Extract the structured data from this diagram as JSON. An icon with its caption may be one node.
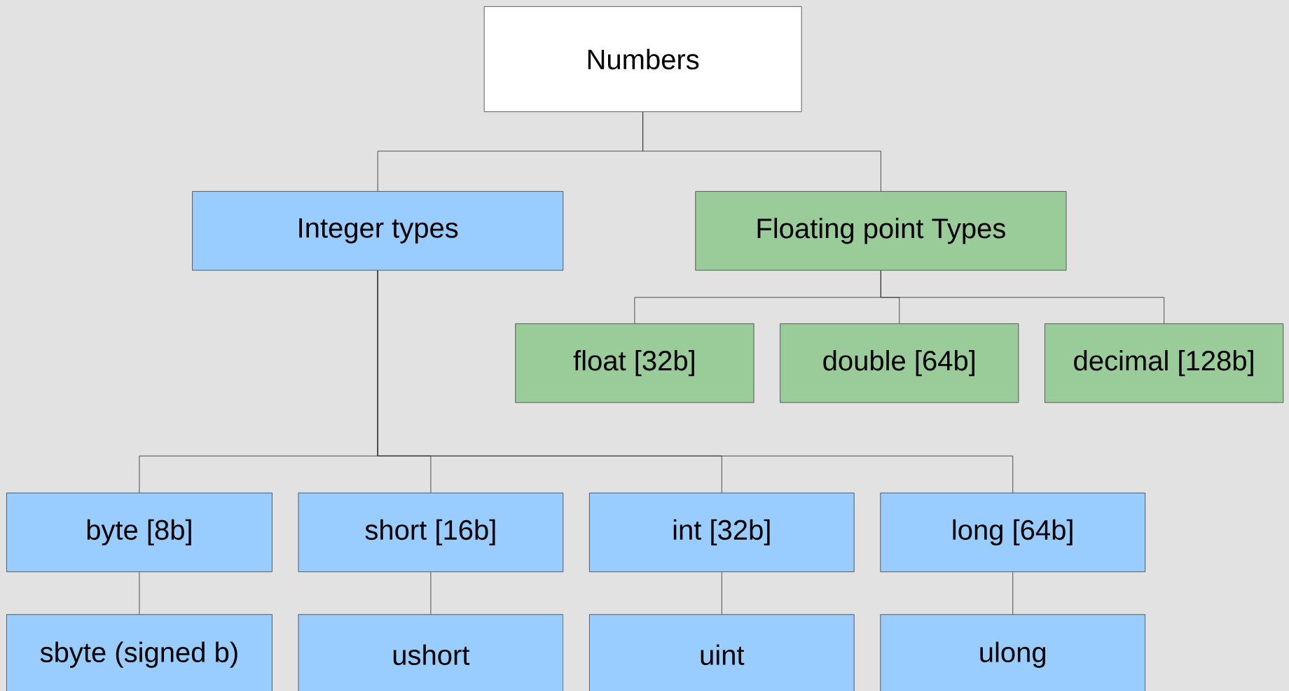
{
  "diagram": {
    "nodes": [
      {
        "text": [
          "Numbers"
        ]
      },
      {
        "text": [
          "Integer types"
        ]
      },
      {
        "text": [
          "Floating point Types"
        ]
      },
      {
        "text": [
          "float [32b]"
        ]
      },
      {
        "text": [
          "double [64b]"
        ]
      },
      {
        "text": [
          "decimal [128b]"
        ]
      },
      {
        "text": [
          "byte [8b]"
        ]
      },
      {
        "text": [
          "short [16b]"
        ]
      },
      {
        "text": [
          "int [32b]"
        ]
      },
      {
        "text": [
          "long [64b]"
        ]
      },
      {
        "text": [
          "sbyte (signed b)"
        ]
      },
      {
        "text": [
          "ushort"
        ]
      },
      {
        "text": [
          "uint"
        ]
      },
      {
        "text": [
          "ulong"
        ]
      }
    ],
    "edges": [
      {
        "from": 0,
        "to": 1,
        "arrow": "none"
      },
      {
        "from": 0,
        "to": 2,
        "arrow": "none"
      },
      {
        "from": 2,
        "to": 3,
        "arrow": "none"
      },
      {
        "from": 2,
        "to": 4,
        "arrow": "none"
      },
      {
        "from": 2,
        "to": 5,
        "arrow": "none"
      },
      {
        "from": 1,
        "to": 6,
        "arrow": "none"
      },
      {
        "from": 1,
        "to": 7,
        "arrow": "none"
      },
      {
        "from": 1,
        "to": 8,
        "arrow": "none"
      },
      {
        "from": 1,
        "to": 9,
        "arrow": "none"
      },
      {
        "from": 6,
        "to": 10,
        "arrow": "none"
      },
      {
        "from": 7,
        "to": 11,
        "arrow": "none"
      },
      {
        "from": 8,
        "to": 12,
        "arrow": "none"
      },
      {
        "from": 9,
        "to": 13,
        "arrow": "none"
      }
    ]
  }
}
